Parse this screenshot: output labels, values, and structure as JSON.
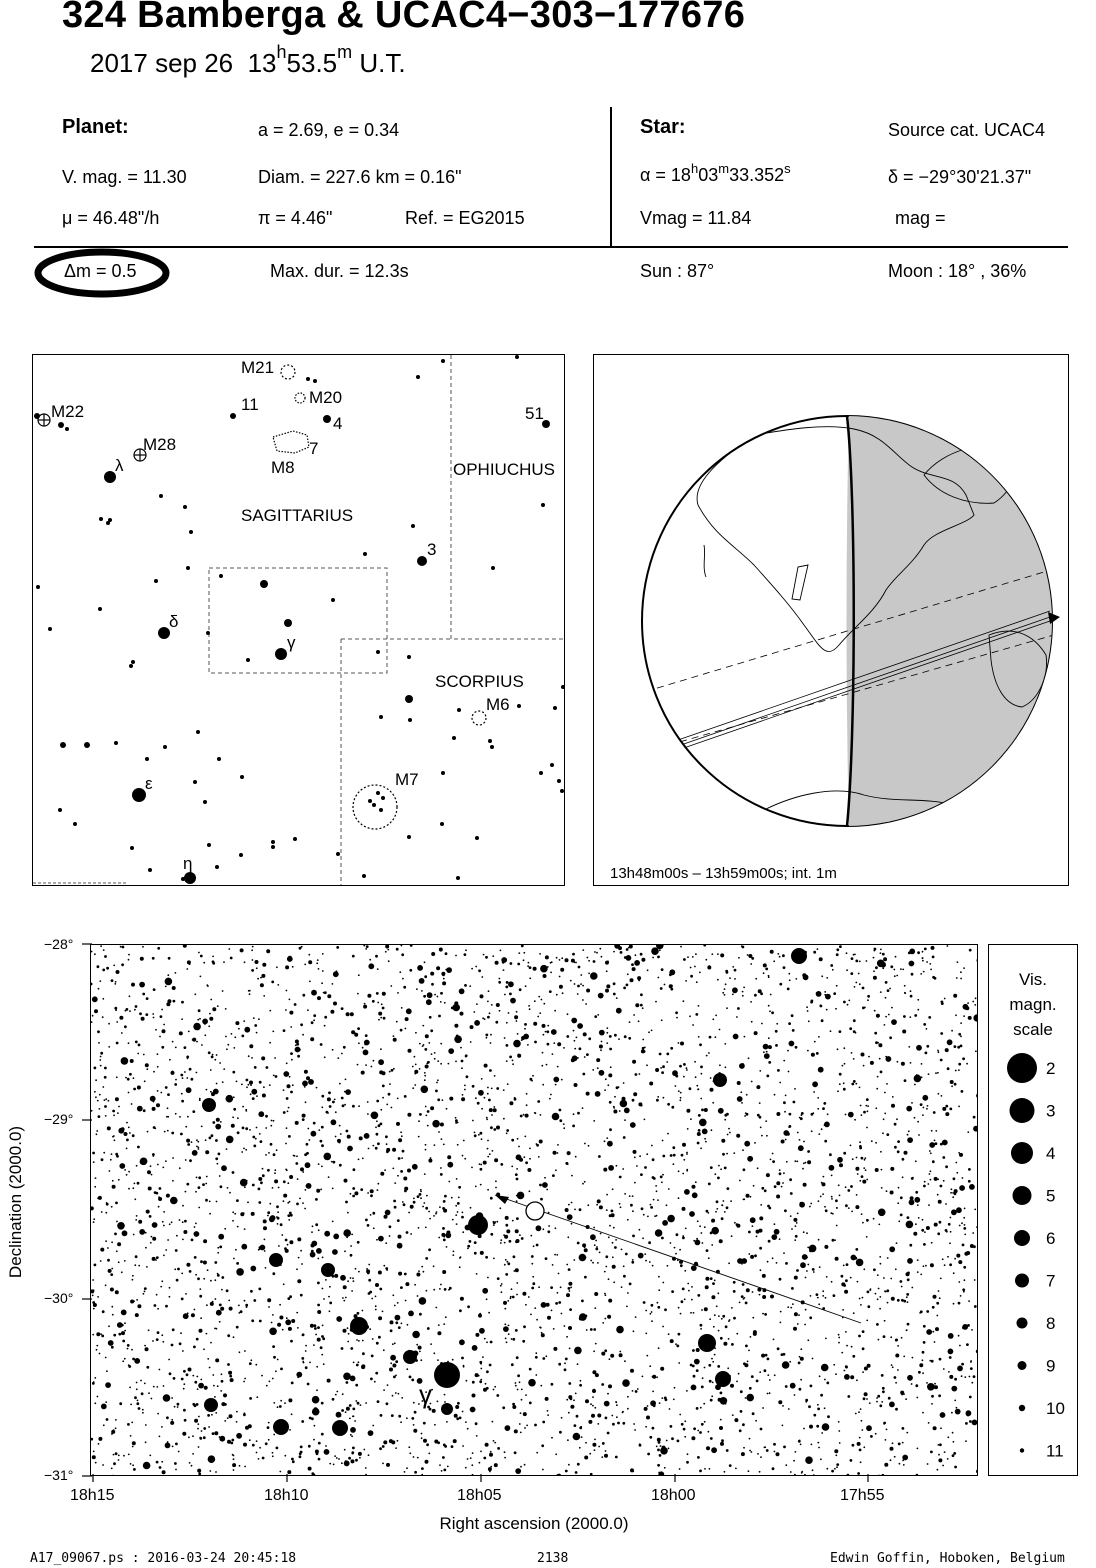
{
  "title": "324 Bamberga  &  UCAC4−303−177676",
  "subtitle": {
    "date": "2017 sep 26",
    "h": "13",
    "h_unit": "h",
    "m": "53.5",
    "m_unit": "m",
    "suffix": "U.T."
  },
  "planet": {
    "heading": "Planet:",
    "orbit": "a = 2.69, e = 0.34",
    "vmag": "V. mag. = 11.30",
    "diam": "Diam. = 227.6 km = 0.16\"",
    "mu": "μ =  46.48\"/h",
    "pi": "π =  4.46\"",
    "ref": "Ref. = EG2015"
  },
  "star": {
    "heading": "Star:",
    "source": "Source cat.  UCAC4",
    "ra_prefix": "α = 18",
    "ra_h": "h",
    "ra_mid": "03",
    "ra_m": "m",
    "ra_sec": "33.352",
    "ra_s": "s",
    "dec": "δ = −29°30'21.37\"",
    "vmag": "Vmag = 11.84",
    "mag": "mag ="
  },
  "row4": {
    "dm": "Δm = 0.5",
    "maxdur": "Max. dur. = 12.3s",
    "sun": "Sun :  87°",
    "moon": "Moon :  18° , 36%"
  },
  "sky_map": {
    "labels": {
      "m21": "M21",
      "m20": "M20",
      "m22": "M22",
      "m28": "M28",
      "m8": "M8",
      "m7": "M7",
      "m6": "M6",
      "n11": "11",
      "n4": "4",
      "n7": "7",
      "n51": "51",
      "n3": "3",
      "lambda": "λ",
      "delta": "δ",
      "gamma": "γ",
      "epsilon": "ε",
      "eta": "η",
      "sagittarius": "SAGITTARIUS",
      "ophiuchus": "OPHIUCHUS",
      "scorpius": "SCORPIUS"
    }
  },
  "globe": {
    "caption": "13h48m00s – 13h59m00s; int.  1m"
  },
  "star_chart": {
    "xlabel": "Right ascension (2000.0)",
    "ylabel": "Declination (2000.0)",
    "xticks": [
      "18h15",
      "18h10",
      "18h05",
      "18h00",
      "17h55"
    ],
    "yticks": [
      "−28°",
      "−29°",
      "−30°",
      "−31°"
    ],
    "gamma_label": "γ"
  },
  "scale": {
    "title": [
      "Vis.",
      "magn.",
      "scale"
    ],
    "mags": [
      "2",
      "3",
      "4",
      "5",
      "6",
      "7",
      "8",
      "9",
      "10",
      "11"
    ]
  },
  "footer": {
    "file": "A17_09067.ps : 2016-03-24 20:45:18",
    "num": "2138",
    "author": "Edwin Goffin, Hoboken, Belgium"
  }
}
